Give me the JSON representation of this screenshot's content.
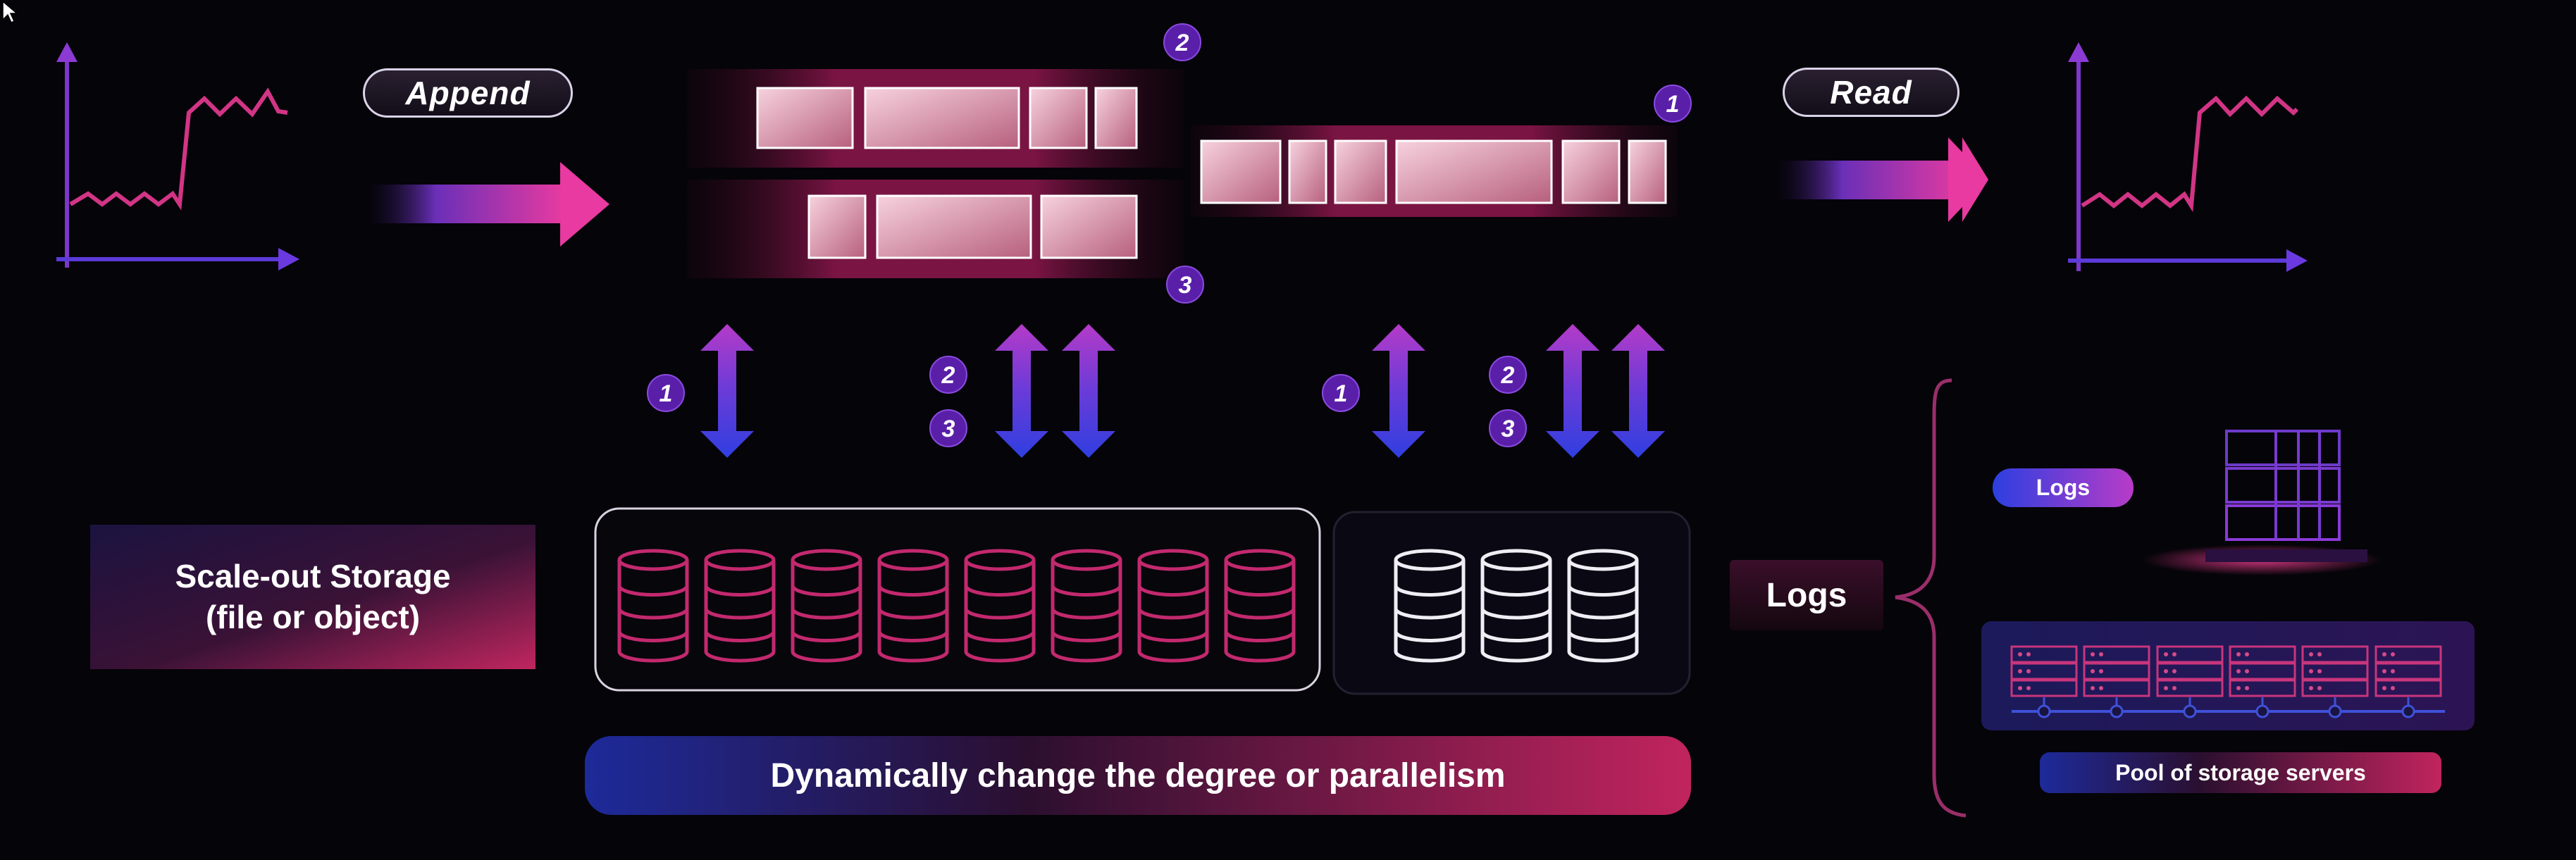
{
  "labels": {
    "append": "Append",
    "read": "Read",
    "storage_line1": "Scale-out Storage",
    "storage_line2": "(file or object)",
    "parallelism": "Dynamically change the degree or parallelism",
    "logs_main": "Logs",
    "logs_small": "Logs",
    "pool": "Pool of storage servers"
  },
  "badges": {
    "one": "1",
    "two": "2",
    "three": "3"
  },
  "colors": {
    "background": "#050409",
    "magenta": "#c2227a",
    "purple": "#7a2fd0",
    "blue": "#2d3fd8",
    "pink_block": "#f2c6d6",
    "badge": "#6a2bb8"
  }
}
